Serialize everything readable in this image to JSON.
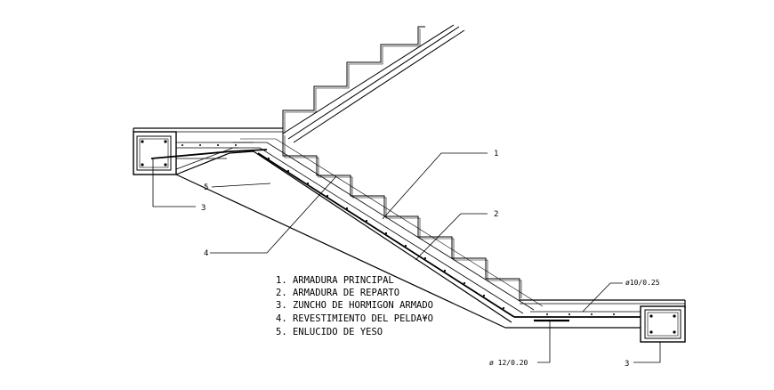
{
  "legend": {
    "items": [
      "1. ARMADURA PRINCIPAL",
      "2. ARMADURA DE REPARTO",
      "3. ZUNCHO DE HORMIGON ARMADO",
      "4. REVESTIMIENTO DEL PELDA¥O",
      "5. ENLUCIDO DE YESO"
    ]
  },
  "callouts": {
    "c1": "1",
    "c2": "2",
    "c3_left": "3",
    "c3_right": "3",
    "c4": "4",
    "c5": "5"
  },
  "dimensions": {
    "rebar_top": "ø10/0.25",
    "rebar_bottom": "ø 12/0.20"
  }
}
